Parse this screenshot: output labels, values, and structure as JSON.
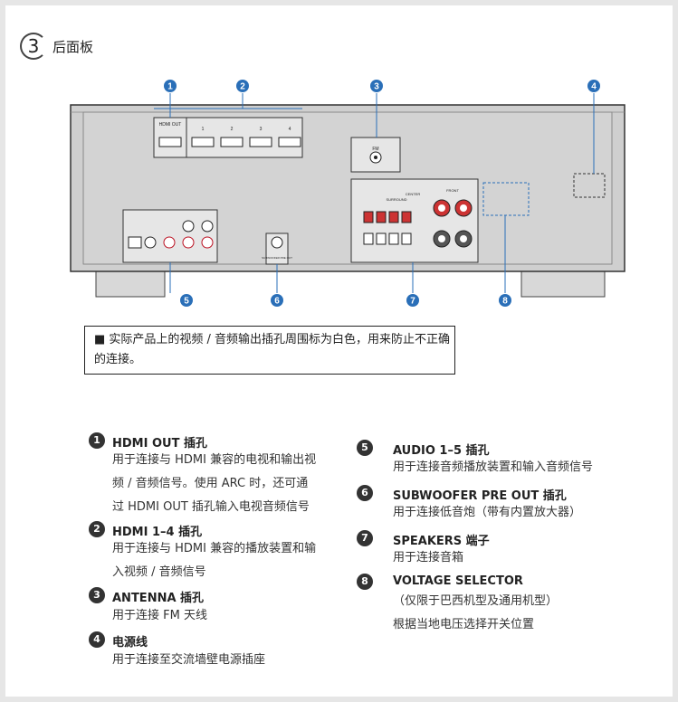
{
  "section": {
    "number": "3",
    "title": "后面板"
  },
  "callouts": [
    "1",
    "2",
    "3",
    "4",
    "5",
    "6",
    "7",
    "8"
  ],
  "panel_labels": {
    "hdmi_out": "HDMI OUT",
    "hdmi_in": [
      "1",
      "2",
      "3",
      "4"
    ],
    "antenna": "FM",
    "subwoofer": "SUBWOOFER PRE OUT",
    "front": "FRONT",
    "surround": "SURROUND",
    "center": "CENTER"
  },
  "note": "■  实际产品上的视频 / 音频输出插孔周围标为白色，用来防止不正确的连接。",
  "legend_left": [
    {
      "num": "1",
      "title": "HDMI OUT 插孔",
      "lines": [
        "用于连接与 HDMI 兼容的电视和输出视",
        "频 / 音频信号。使用 ARC 时，还可通",
        "过 HDMI OUT 插孔输入电视音频信号"
      ]
    },
    {
      "num": "2",
      "title": "HDMI 1–4 插孔",
      "lines": [
        "用于连接与 HDMI 兼容的播放装置和输",
        "入视频 / 音频信号"
      ]
    },
    {
      "num": "3",
      "title": "ANTENNA 插孔",
      "lines": [
        "用于连接 FM 天线"
      ]
    },
    {
      "num": "4",
      "title": "电源线",
      "lines": [
        "用于连接至交流墙壁电源插座"
      ]
    }
  ],
  "legend_right": [
    {
      "num": "5",
      "title": "AUDIO 1–5 插孔",
      "lines": [
        "用于连接音频播放装置和输入音频信号"
      ]
    },
    {
      "num": "6",
      "title": "SUBWOOFER PRE OUT 插孔",
      "lines": [
        "用于连接低音炮（带有内置放大器）"
      ]
    },
    {
      "num": "7",
      "title": "SPEAKERS 端子",
      "lines": [
        "用于连接音箱"
      ]
    },
    {
      "num": "8",
      "title": "VOLTAGE SELECTOR",
      "lines": [
        "（仅限于巴西机型及通用机型）",
        "根据当地电压选择开关位置"
      ]
    }
  ]
}
